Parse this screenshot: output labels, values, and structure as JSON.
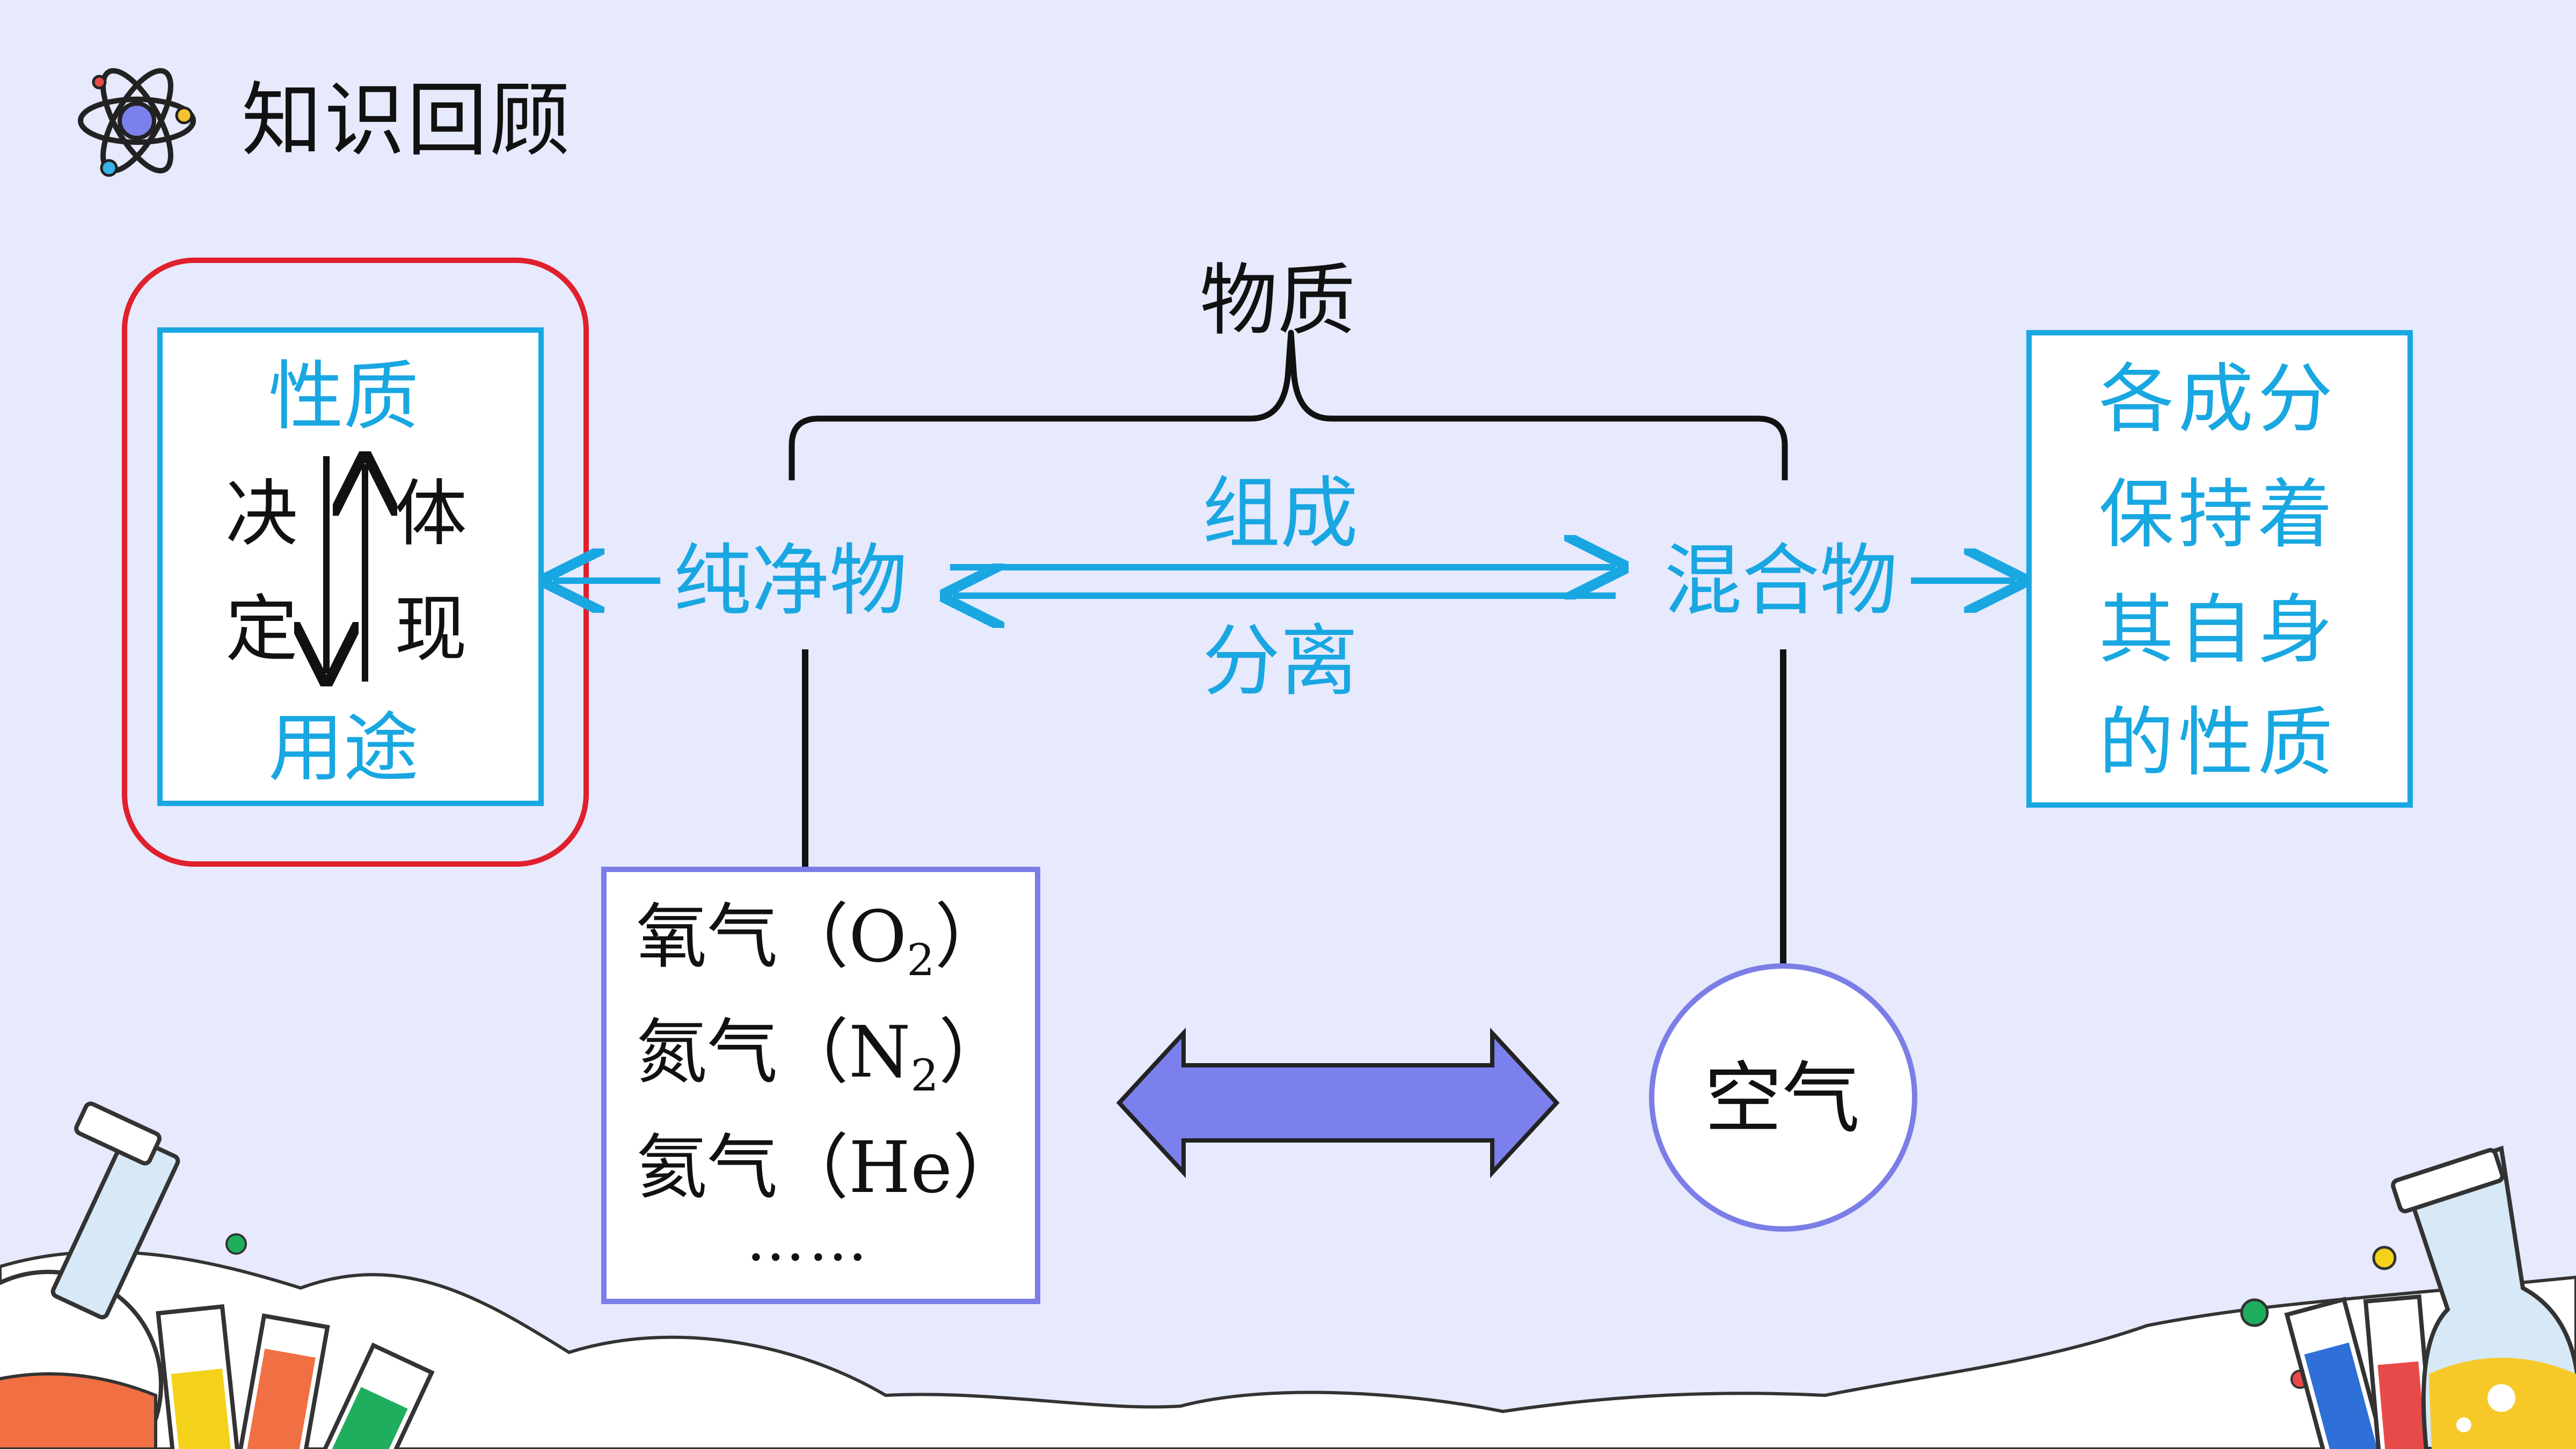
{
  "header": {
    "title": "知识回顾",
    "icon": "atom-icon"
  },
  "diagram": {
    "root": "物质",
    "pure": "纯净物",
    "mixture": "混合物",
    "compose": "组成",
    "separate": "分离",
    "property": "性质",
    "use": "用途",
    "determine": [
      "决",
      "定"
    ],
    "reflect": [
      "体",
      "现"
    ],
    "components": [
      "各成分",
      "保持着",
      "其自身",
      "的性质"
    ],
    "air": "空气",
    "examples": {
      "oxygen": {
        "name": "氧气（O",
        "sub": "2",
        "close": "）"
      },
      "nitrogen": {
        "name": "氮气（N",
        "sub": "2",
        "close": "）"
      },
      "helium": {
        "name": "氦气（He）"
      },
      "ellipsis": "……"
    }
  },
  "colors": {
    "background": "#e7e9fc",
    "accent": "#19a7e2",
    "highlight": "#e0202d",
    "box_border": "#7b7ee6",
    "arrow_fill": "#7b80ec"
  }
}
